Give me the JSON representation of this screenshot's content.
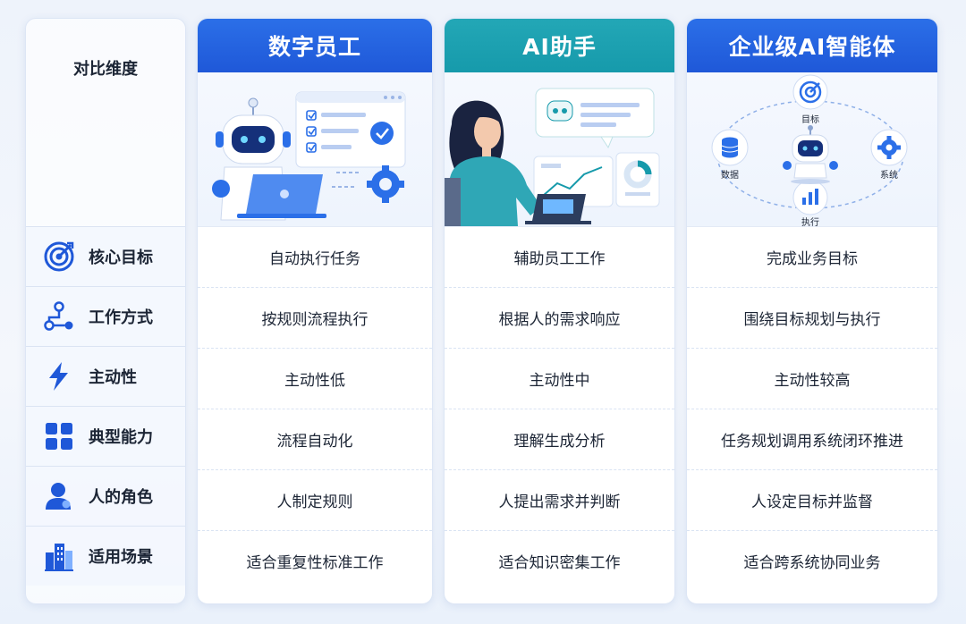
{
  "dimension_header": "对比维度",
  "dimensions": [
    {
      "label": "核心目标",
      "icon": "target-icon"
    },
    {
      "label": "工作方式",
      "icon": "workflow-icon"
    },
    {
      "label": "主动性",
      "icon": "lightning-icon"
    },
    {
      "label": "典型能力",
      "icon": "grid-icon"
    },
    {
      "label": "人的角色",
      "icon": "person-icon"
    },
    {
      "label": "适用场景",
      "icon": "buildings-icon"
    }
  ],
  "columns": [
    {
      "title": "数字员工",
      "cells": [
        "自动执行任务",
        "按规则流程执行",
        "主动性低",
        "流程自动化",
        "人制定规则",
        "适合重复性标准工作"
      ]
    },
    {
      "title": "AI助手",
      "cells": [
        "辅助员工工作",
        "根据人的需求响应",
        "主动性中",
        "理解生成分析",
        "人提出需求并判断",
        "适合知识密集工作"
      ]
    },
    {
      "title": "企业级AI智能体",
      "cells": [
        "完成业务目标",
        "围绕目标规划与执行",
        "主动性较高",
        "任务规划调用系统闭环推进",
        "人设定目标并监督",
        "适合跨系统协同业务"
      ],
      "diagram_labels": {
        "goal": "目标",
        "data": "数据",
        "system": "系统",
        "execute": "执行"
      }
    }
  ],
  "colors": {
    "primary": "#1f58d8",
    "teal": "#169aab",
    "icon": "#1f58d8"
  }
}
